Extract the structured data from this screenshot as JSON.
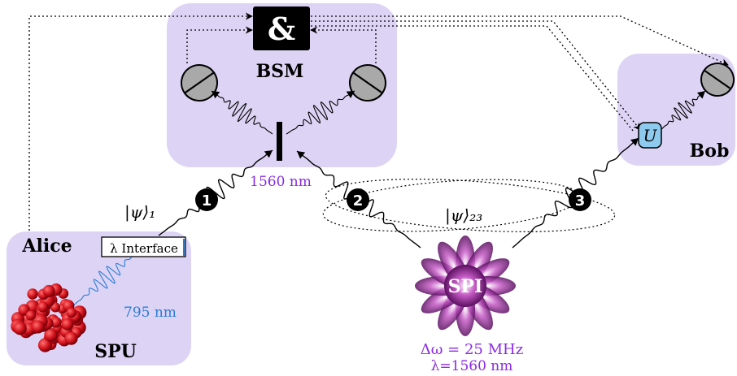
{
  "labels": {
    "bsm": "BSM",
    "and_symbol": "&",
    "bob": "Bob",
    "alice": "Alice",
    "spu": "SPU",
    "spi": "SPI",
    "interface": "λ Interface",
    "wavelength_bsm": "1560 nm",
    "wavelength_alice": "795 nm",
    "state_1": "|ψ⟩₁",
    "state_23": "|ψ⟩₂₃",
    "unitary": "U",
    "bandwidth": "Δω = 25 MHz",
    "source_wavelength": "λ=1560 nm",
    "photon_1": "1",
    "photon_2": "2",
    "photon_3": "3"
  },
  "colors": {
    "panel": "#ddd4f5",
    "purple_text": "#8a2be2",
    "blue_text": "#2b7bd6",
    "unitary_fill": "#8ec9ee",
    "detector_gray": "#a9a9a9",
    "atom_red": "#d4141e",
    "spi_magenta": "#b040b0"
  }
}
